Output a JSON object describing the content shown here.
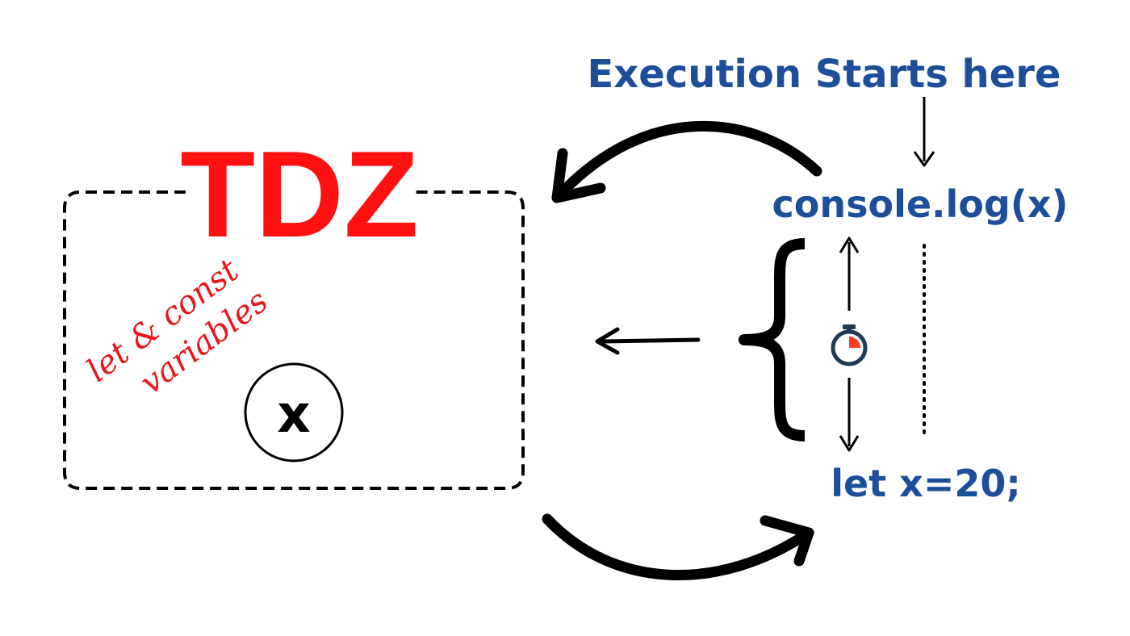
{
  "diagram": {
    "tdz_title": "TDZ",
    "zone_note_line1": "let & const",
    "zone_note_line2": "variables",
    "variable_name": "x",
    "execution_label": "Execution Starts here",
    "code_line_1": "console.log(x)",
    "code_line_2": "let x=20;"
  },
  "colors": {
    "tdz_red": "#ff1111",
    "code_blue": "#1d4e9a",
    "timer_navy": "#1f3a52",
    "timer_accent": "#ff3b1f"
  },
  "icons": {
    "timer": "stopwatch-icon",
    "brace": "left-curly-brace-icon"
  }
}
